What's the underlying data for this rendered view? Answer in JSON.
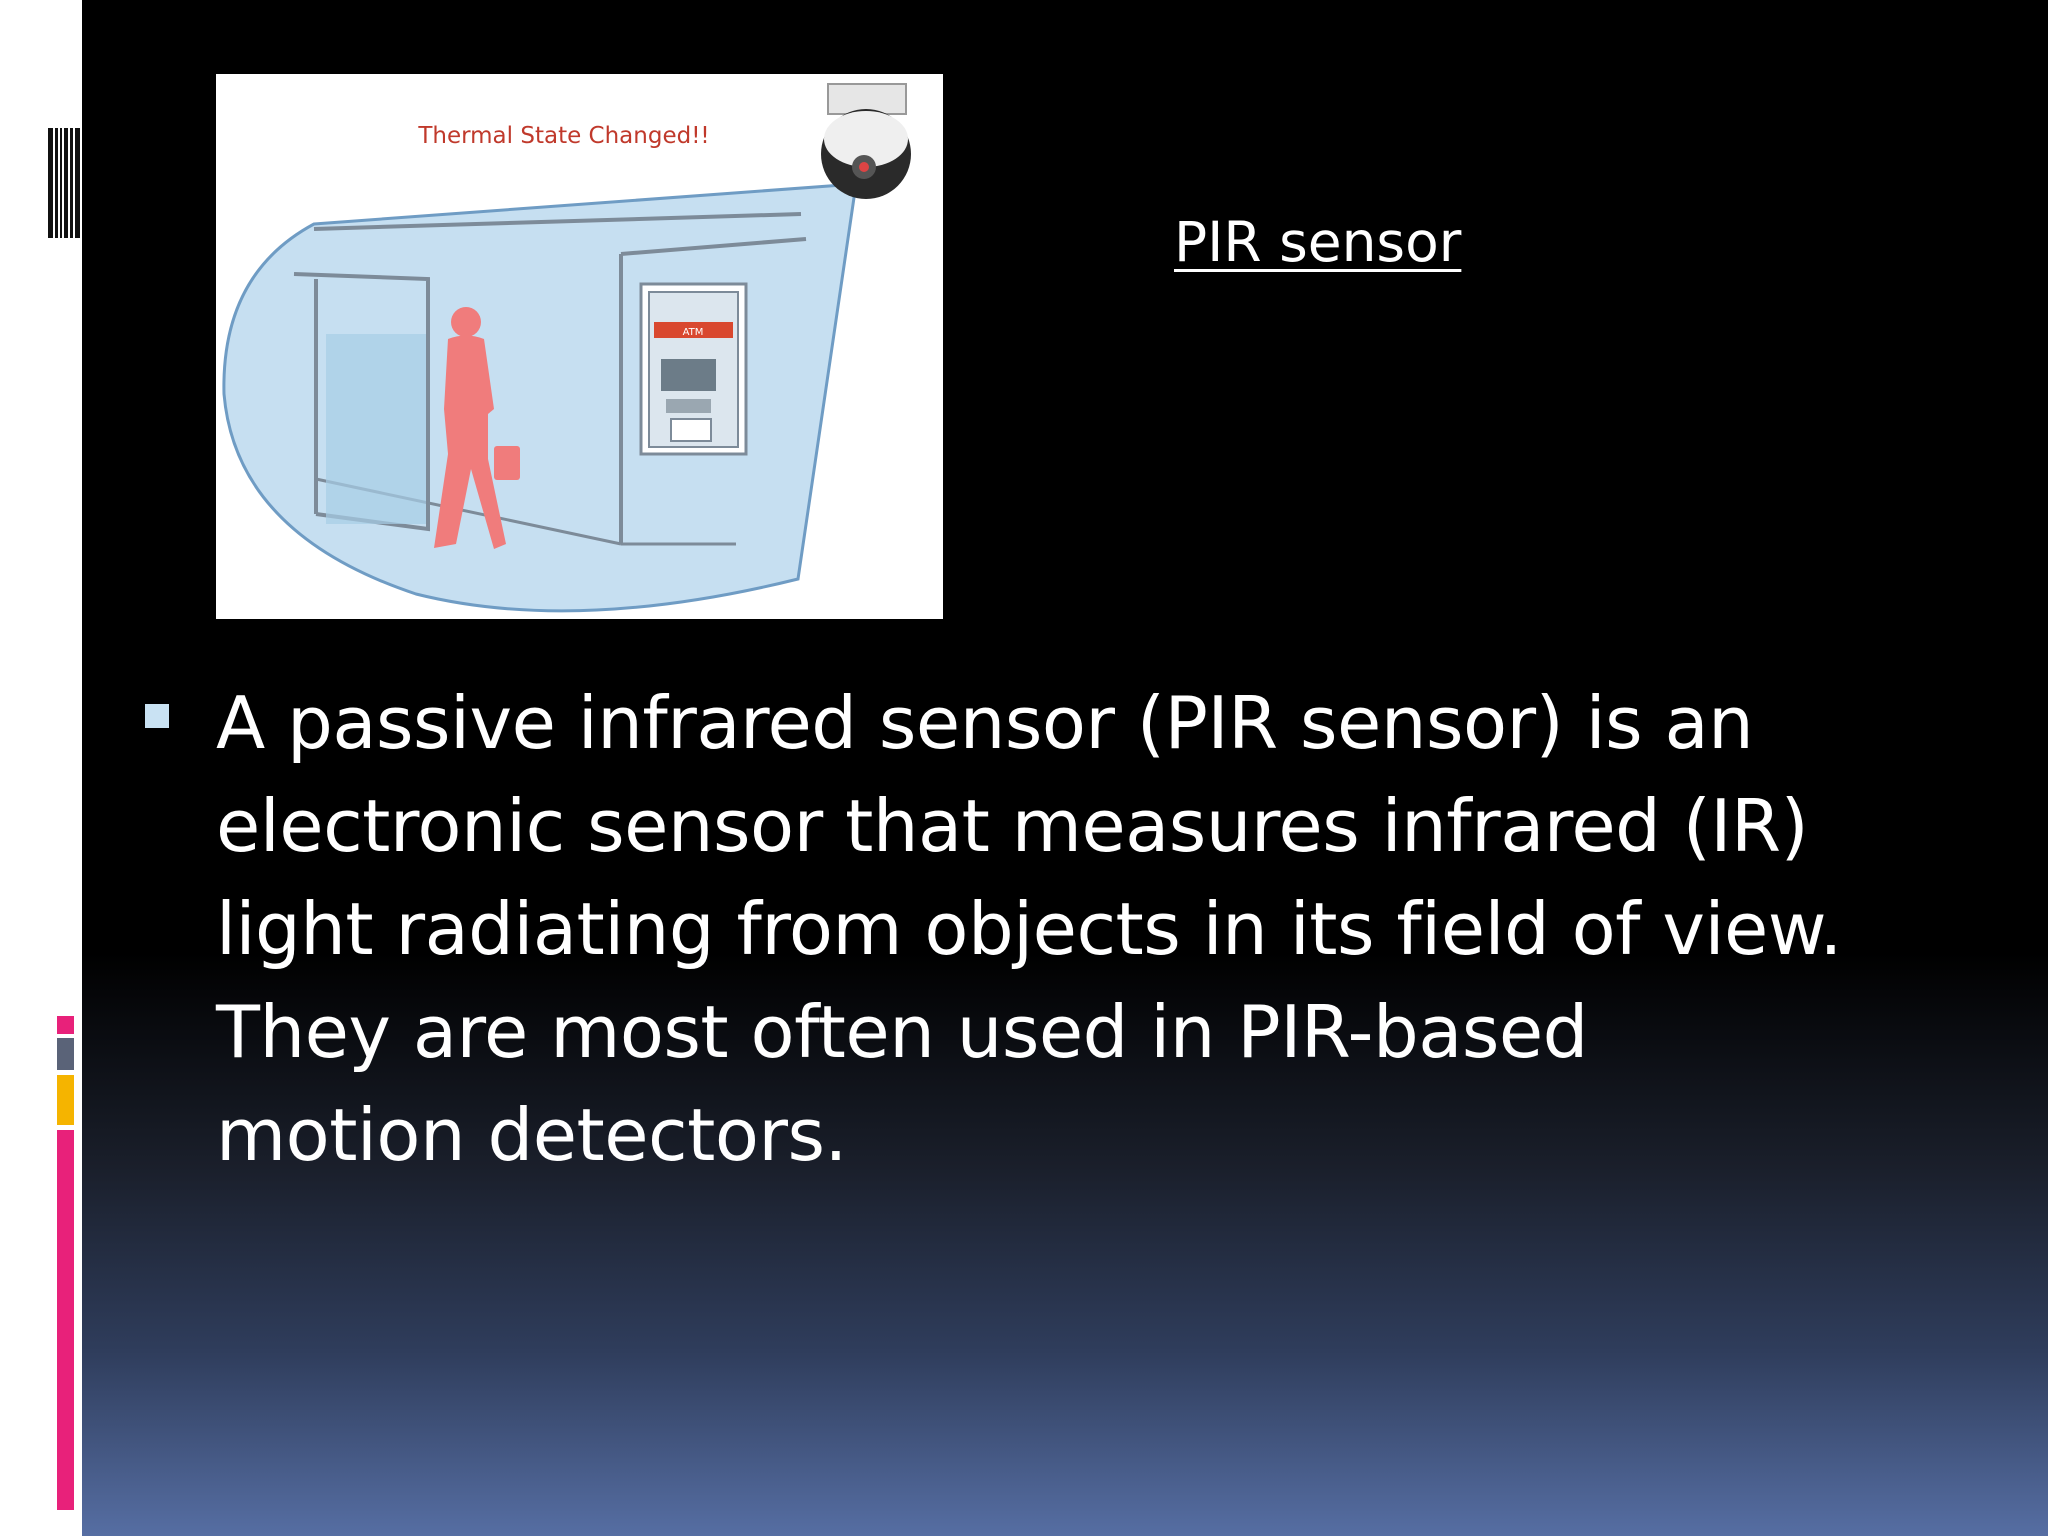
{
  "colors": {
    "main_background_top": "#000000",
    "main_background_bottom": "#566ea3",
    "accent_pink": "#e8217a",
    "accent_gray": "#5a6378",
    "accent_yellow": "#f5b400",
    "bullet": "#c9e2f3",
    "text": "#ffffff"
  },
  "illustration": {
    "banner_text": "Thermal State Changed!!",
    "atm_sign": "ATM"
  },
  "caption": "PIR sensor",
  "bullet": {
    "lines": [
      "A passive infrared sensor (PIR sensor) is an",
      "electronic sensor that measures infrared (IR)",
      "light radiating from objects in its field of view.",
      "They are most often used in PIR-based",
      "motion detectors."
    ]
  }
}
